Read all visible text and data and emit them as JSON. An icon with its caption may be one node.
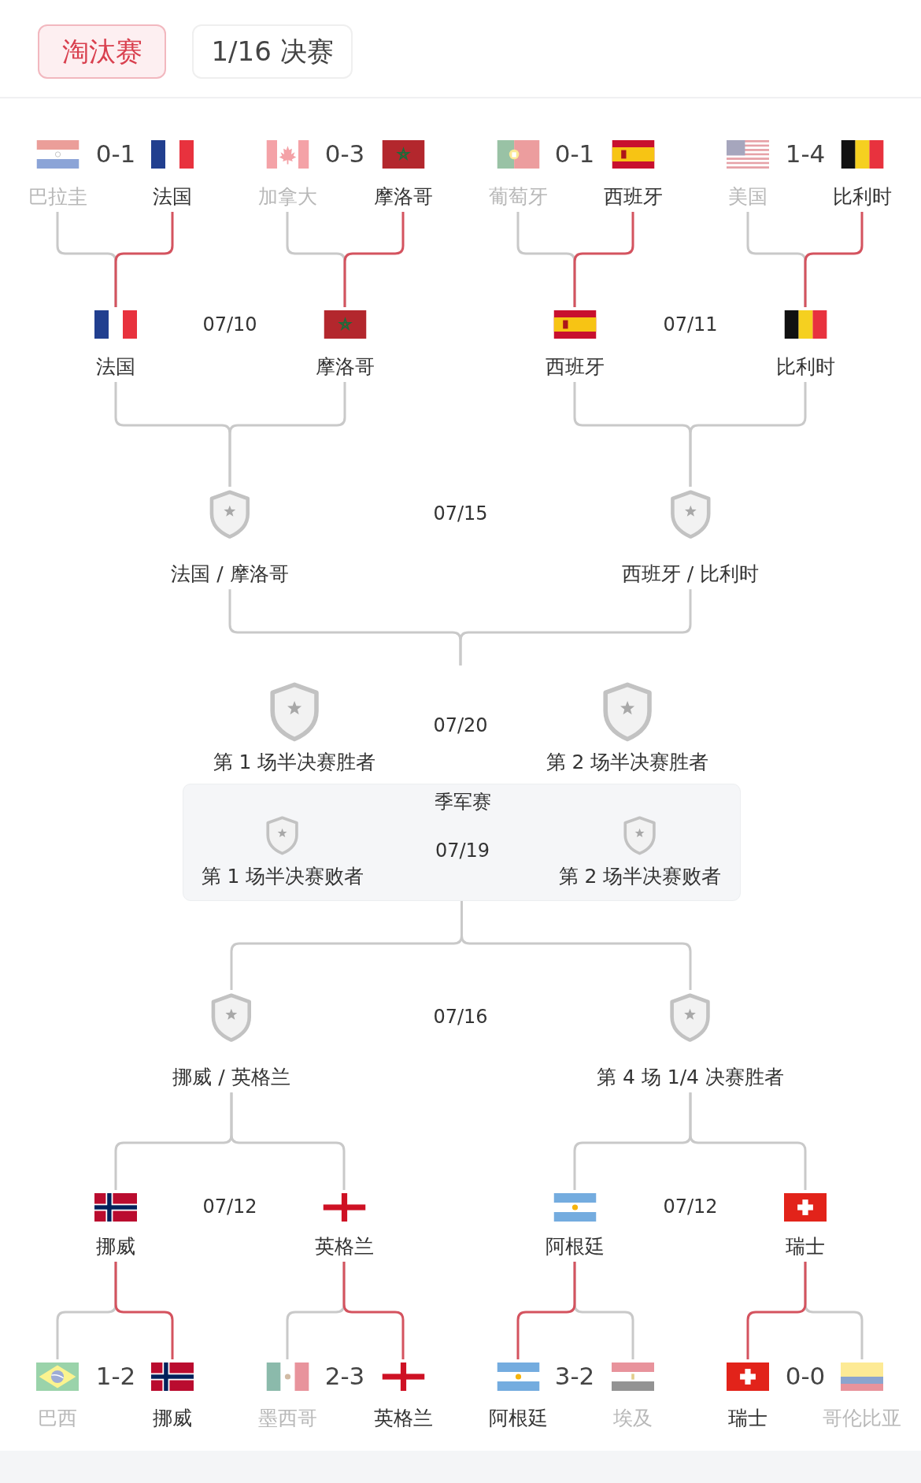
{
  "diagram": {
    "nodes": [
      {
        "text": [
          "淘汰赛"
        ]
      },
      {
        "text": [
          "1/16 决赛"
        ]
      },
      {
        "text": [
          "巴拉圭"
        ]
      },
      {
        "text": [
          "法国"
        ]
      },
      {
        "text": [
          "加拿大"
        ]
      },
      {
        "text": [
          "摩洛哥"
        ]
      },
      {
        "text": [
          "葡萄牙"
        ]
      },
      {
        "text": [
          "西班牙"
        ]
      },
      {
        "text": [
          "美国"
        ]
      },
      {
        "text": [
          "比利时"
        ]
      },
      {
        "text": [
          "法国"
        ]
      },
      {
        "text": [
          "摩洛哥"
        ]
      },
      {
        "text": [
          "西班牙"
        ]
      },
      {
        "text": [
          "比利时"
        ]
      },
      {
        "text": [
          "法国 / 摩洛哥"
        ]
      },
      {
        "text": [
          "西班牙 / 比利时"
        ]
      },
      {
        "text": [
          "第 1 场半决赛胜者"
        ]
      },
      {
        "text": [
          "第 2 场半决赛胜者"
        ]
      },
      {
        "text": [
          "季军赛",
          "07/19"
        ]
      },
      {
        "text": [
          "第 1 场半决赛败者"
        ],
        "in": 18
      },
      {
        "text": [
          "第 2 场半决赛败者"
        ],
        "in": 18
      },
      {
        "text": [
          "挪威 / 英格兰"
        ]
      },
      {
        "text": [
          "第 4 场 1/4 决赛胜者"
        ]
      },
      {
        "text": [
          "挪威"
        ]
      },
      {
        "text": [
          "英格兰"
        ]
      },
      {
        "text": [
          "阿根廷"
        ]
      },
      {
        "text": [
          "瑞士"
        ]
      },
      {
        "text": [
          "巴西"
        ]
      },
      {
        "text": [
          "挪威"
        ]
      },
      {
        "text": [
          "墨西哥"
        ]
      },
      {
        "text": [
          "英格兰"
        ]
      },
      {
        "text": [
          "阿根廷"
        ]
      },
      {
        "text": [
          "埃及"
        ]
      },
      {
        "text": [
          "瑞士"
        ]
      },
      {
        "text": [
          "哥伦比亚"
        ]
      }
    ],
    "edges": [
      {
        "from": 2,
        "to": 10,
        "arrow": "none"
      },
      {
        "from": 3,
        "to": 10,
        "arrow": "none",
        "color": "#d4535f"
      },
      {
        "from": 4,
        "to": 11,
        "arrow": "none"
      },
      {
        "from": 5,
        "to": 11,
        "arrow": "none",
        "color": "#d4535f"
      },
      {
        "from": 6,
        "to": 12,
        "arrow": "none"
      },
      {
        "from": 7,
        "to": 12,
        "arrow": "none",
        "color": "#d4535f"
      },
      {
        "from": 8,
        "to": 13,
        "arrow": "none"
      },
      {
        "from": 9,
        "to": 13,
        "arrow": "none",
        "color": "#d4535f"
      },
      {
        "from": 10,
        "to": 14,
        "arrow": "none"
      },
      {
        "from": 11,
        "to": 14,
        "arrow": "none"
      },
      {
        "from": 12,
        "to": 15,
        "arrow": "none"
      },
      {
        "from": 13,
        "to": 15,
        "arrow": "none"
      },
      {
        "from": 14,
        "to": null,
        "arrow": "none"
      },
      {
        "from": 15,
        "to": null,
        "arrow": "none"
      },
      {
        "from": 21,
        "to": 18,
        "arrow": "none"
      },
      {
        "from": 22,
        "to": 18,
        "arrow": "none"
      },
      {
        "from": 23,
        "to": 21,
        "arrow": "none"
      },
      {
        "from": 24,
        "to": 21,
        "arrow": "none"
      },
      {
        "from": 25,
        "to": 22,
        "arrow": "none"
      },
      {
        "from": 26,
        "to": 22,
        "arrow": "none"
      },
      {
        "from": 27,
        "to": 23,
        "arrow": "none"
      },
      {
        "from": 28,
        "to": 23,
        "arrow": "none",
        "color": "#d4535f"
      },
      {
        "from": 29,
        "to": 24,
        "arrow": "none"
      },
      {
        "from": 30,
        "to": 24,
        "arrow": "none",
        "color": "#d4535f"
      },
      {
        "from": 31,
        "to": 25,
        "arrow": "none",
        "color": "#d4535f"
      },
      {
        "from": 32,
        "to": 25,
        "arrow": "none"
      },
      {
        "from": 33,
        "to": 26,
        "arrow": "none",
        "color": "#d4535f"
      },
      {
        "from": 34,
        "to": 26,
        "arrow": "none"
      }
    ],
    "labels": [
      "0-1",
      "0-3",
      "0-1",
      "1-4",
      "07/10",
      "07/11",
      "07/15",
      "07/20",
      "07/16",
      "07/12",
      "07/12",
      "1-2",
      "2-3",
      "3-2",
      "0-0"
    ]
  }
}
